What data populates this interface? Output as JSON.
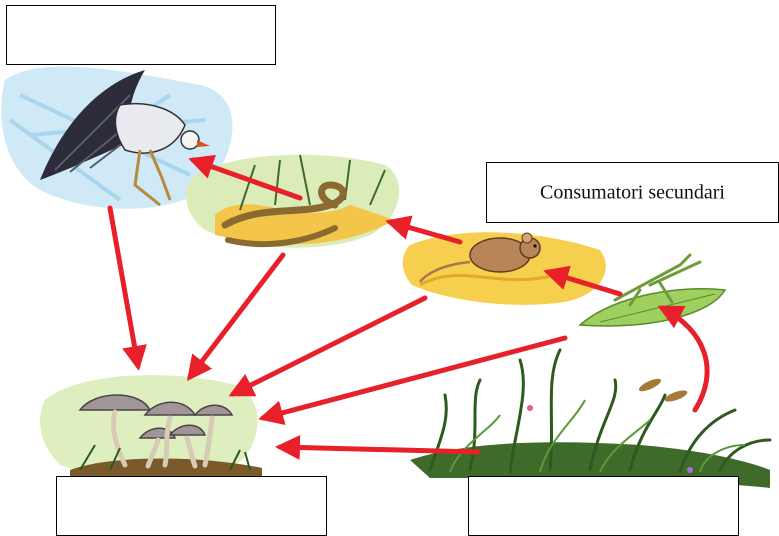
{
  "labels": {
    "top_left": "",
    "top_right": "Consumatori secundari",
    "bottom_left": "",
    "bottom_right": ""
  },
  "organisms": [
    "secretary-bird",
    "snake",
    "mouse",
    "praying-mantis",
    "grass-plants",
    "mushrooms"
  ],
  "colors": {
    "arrow": "#e8202a",
    "splash_blue": "#bfe3f3",
    "splash_green": "#cfe6a8",
    "splash_yellow": "#f5c23a"
  }
}
